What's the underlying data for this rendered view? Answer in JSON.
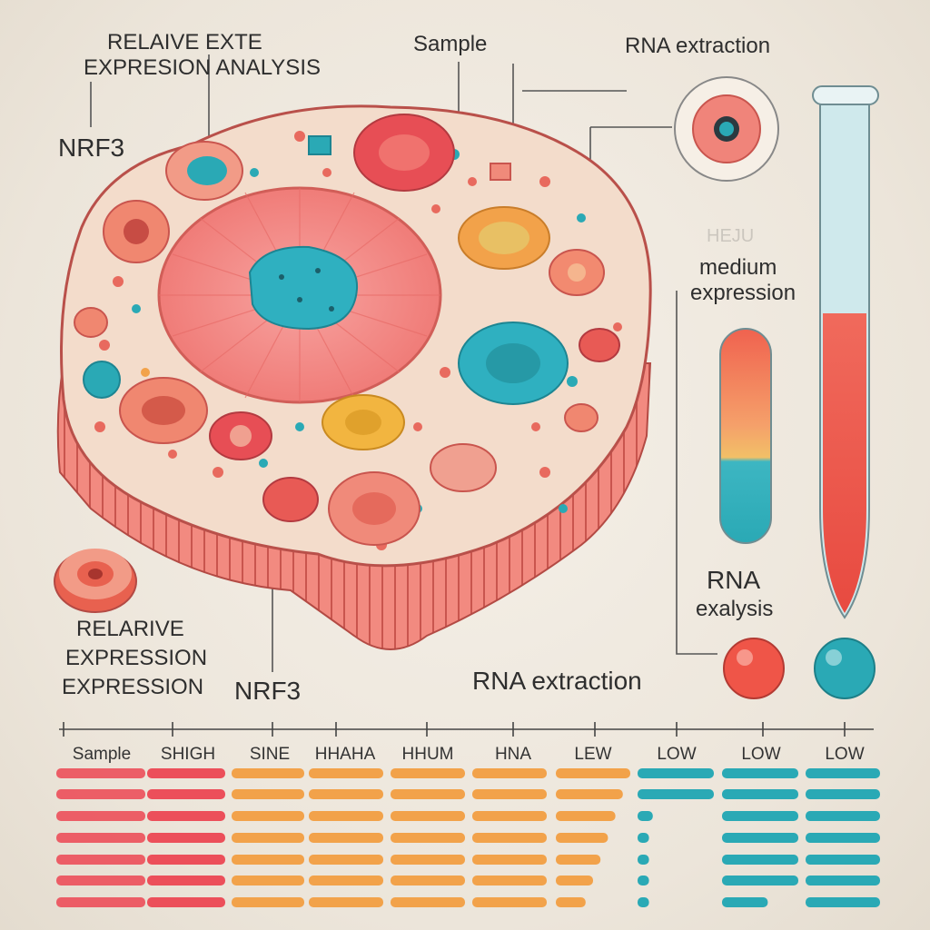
{
  "labels": {
    "title_line1": "RELAIVE EXTE",
    "title_line2": "EXPRESION ANALYSIS",
    "nrf3_top": "NRF3",
    "sample_top": "Sample",
    "rna_extraction_top": "RNA extraction",
    "medium_faded": "HEJU",
    "medium": "medium",
    "expression": "expression",
    "rna": "RNA",
    "exalysis": "exalysis",
    "relative_line1": "RELARIVE",
    "relative_line2": "EXPRESSION",
    "relative_line3": "EXPRESSION",
    "nrf3_bottom": "NRF3",
    "rna_extraction_bottom": "RNA extraction"
  },
  "table": {
    "headers": [
      "Sample",
      "SHIGH",
      "SINE",
      "HHAHA",
      "HHUM",
      "HNA",
      "LEW",
      "LOW",
      "LOW",
      "LOW"
    ]
  },
  "colors": {
    "red": "#ec4f5a",
    "orange": "#f2a24a",
    "teal": "#2aa9b5",
    "pink": "#f08a7a"
  },
  "bars": [
    {
      "color": "#ec4f5a",
      "levels": [
        1,
        1,
        1,
        1,
        1,
        1,
        1
      ]
    },
    {
      "color": "#ec4f5a",
      "levels": [
        1,
        1,
        1,
        1,
        1,
        1,
        1
      ]
    },
    {
      "color": "#f2a24a",
      "levels": [
        1,
        1,
        1,
        1,
        1,
        1,
        1
      ]
    },
    {
      "color": "#f2a24a",
      "levels": [
        1,
        1,
        1,
        1,
        1,
        1,
        1
      ]
    },
    {
      "color": "#f2a24a",
      "levels": [
        1,
        1,
        1,
        1,
        1,
        1,
        1
      ]
    },
    {
      "color": "#f2a24a",
      "levels": [
        1,
        1,
        1,
        1,
        1,
        1,
        1
      ]
    },
    {
      "color": "#f2a24a",
      "levels": [
        1,
        0.9,
        0.8,
        0.7,
        0.6,
        0.5,
        0.4
      ]
    },
    {
      "color": "#2aa9b5",
      "levels": [
        1,
        1,
        0.2,
        0.15,
        0.15,
        0.15,
        0.15
      ]
    },
    {
      "color": "#2aa9b5",
      "levels": [
        1,
        1,
        1,
        1,
        1,
        1,
        0.6
      ]
    },
    {
      "color": "#2aa9b5",
      "levels": [
        1,
        1,
        1,
        1,
        1,
        1,
        1
      ]
    }
  ]
}
